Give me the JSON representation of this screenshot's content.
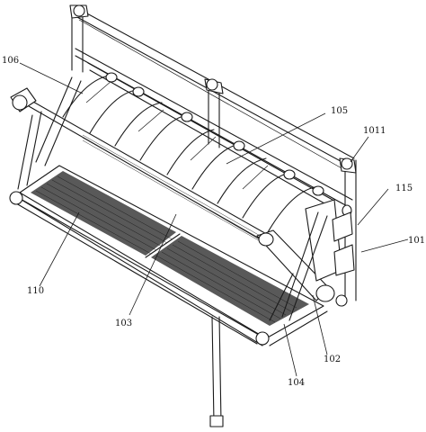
{
  "labels": {
    "l106": "106",
    "l105": "105",
    "l1011": "1011",
    "l115": "115",
    "l101": "101",
    "l110": "110",
    "l103": "103",
    "l102": "102",
    "l104": "104"
  }
}
